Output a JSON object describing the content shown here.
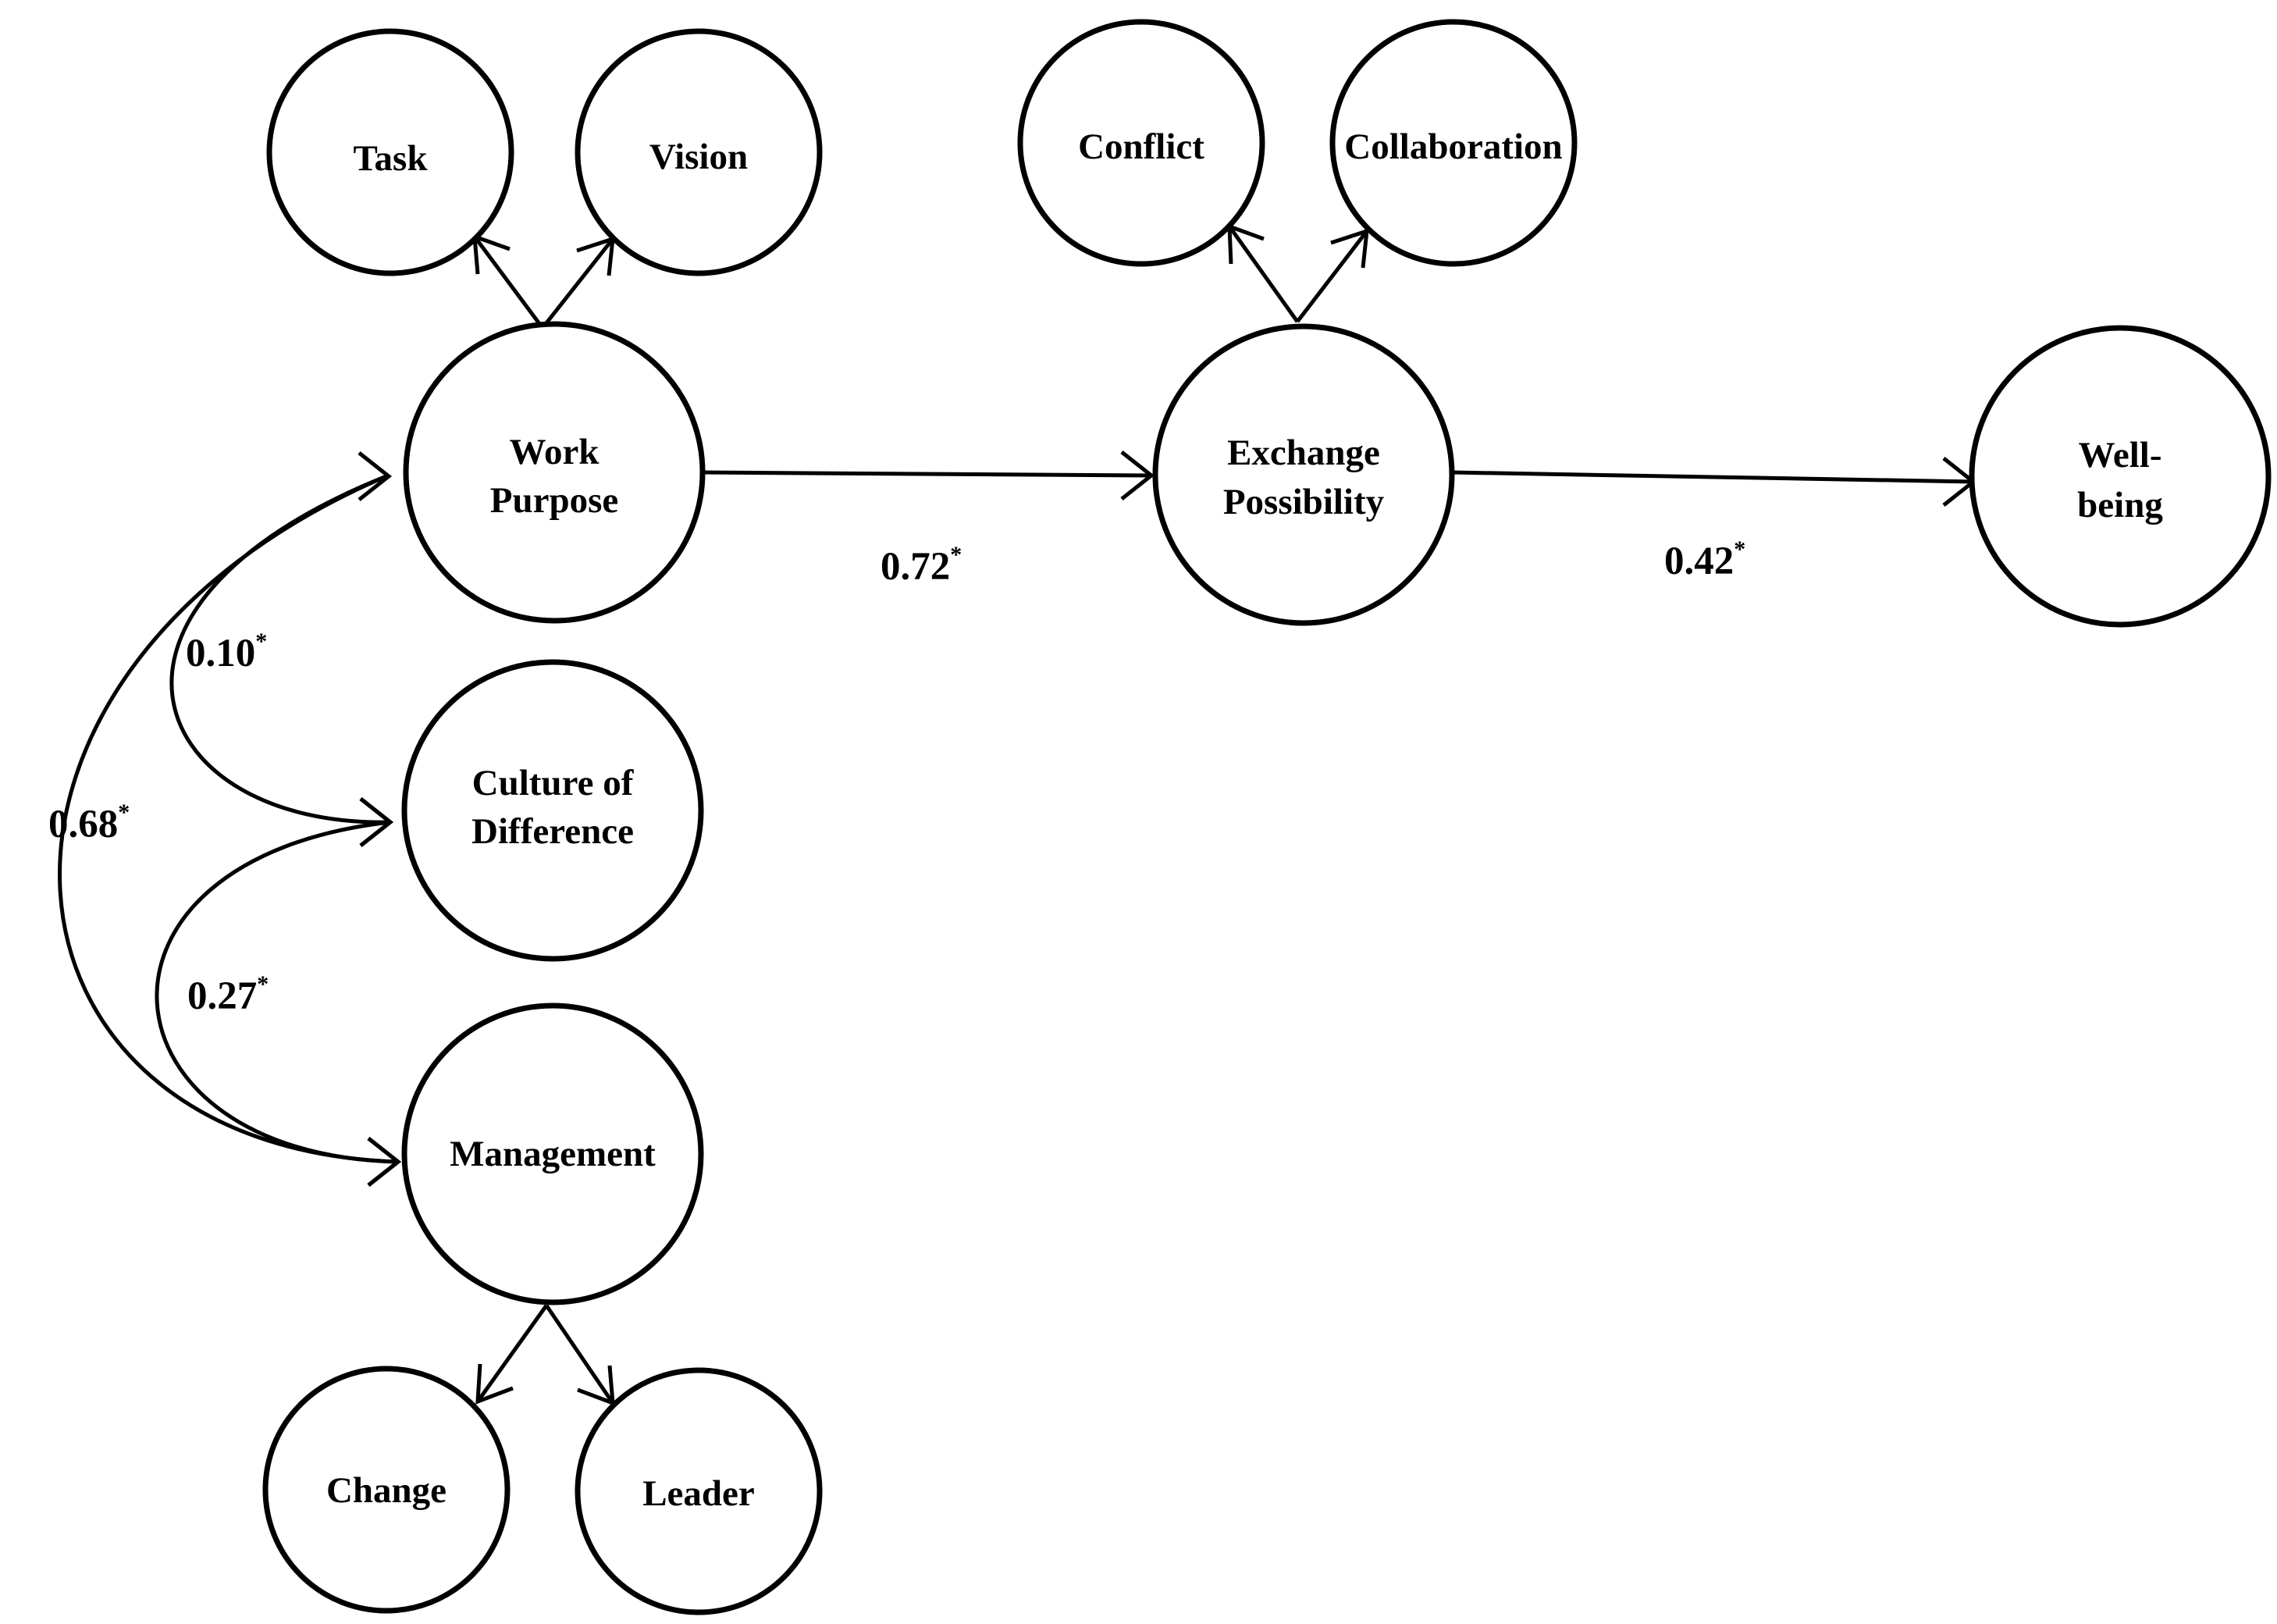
{
  "nodes": {
    "task": {
      "lines": [
        "Task"
      ]
    },
    "vision": {
      "lines": [
        "Vision"
      ]
    },
    "conflict": {
      "lines": [
        "Conflict"
      ]
    },
    "collaboration": {
      "lines": [
        "Collaboration"
      ]
    },
    "work_purpose": {
      "lines": [
        "Work",
        "Purpose"
      ]
    },
    "exchange_possibility": {
      "lines": [
        "Exchange",
        "Possibility"
      ]
    },
    "well_being": {
      "lines": [
        "Well-",
        "being"
      ]
    },
    "culture_of_difference": {
      "lines": [
        "Culture of",
        "Difference"
      ]
    },
    "management": {
      "lines": [
        "Management"
      ]
    },
    "change": {
      "lines": [
        "Change"
      ]
    },
    "leader": {
      "lines": [
        "Leader"
      ]
    }
  },
  "paths": {
    "work_purpose_to_exchange": {
      "value": "0.72",
      "marker": "*"
    },
    "exchange_to_well_being": {
      "value": "0.42",
      "marker": "*"
    }
  },
  "correlations": {
    "work_purpose_culture": {
      "value": "0.10",
      "marker": "*"
    },
    "work_purpose_management": {
      "value": "0.68",
      "marker": "*"
    },
    "culture_management": {
      "value": "0.27",
      "marker": "*"
    }
  }
}
